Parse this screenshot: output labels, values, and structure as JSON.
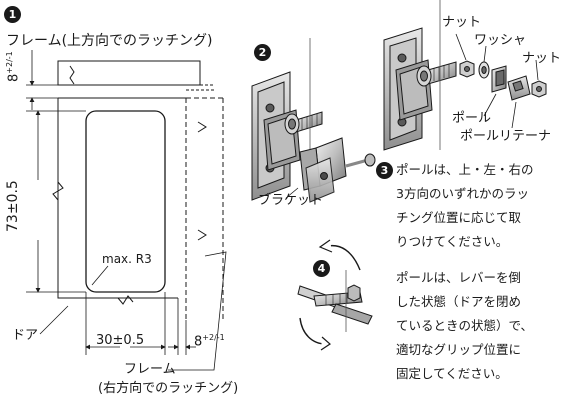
{
  "step_markers": [
    "1",
    "2",
    "3",
    "4"
  ],
  "labels": {
    "frame_top": "フレーム(上方向でのラッチング)",
    "frame_right_1": "フレーム",
    "frame_right_2": "(右方向でのラッチング)",
    "door": "ドア",
    "max_r": "max. R3",
    "bracket": "ブラケット",
    "nut_1": "ナット",
    "washer": "ワッシャ",
    "nut_2": "ナット",
    "pole": "ポール",
    "pole_retainer": "ポールリテーナ"
  },
  "dimensions": {
    "top_gap_main": "8",
    "top_gap_tol": "+2/-1",
    "height": "73±0.5",
    "width": "30±0.5",
    "right_gap_main": "8",
    "right_gap_tol": "+2/-1"
  },
  "text_blocks": {
    "step3": [
      "ポールは、上・左・右の",
      "3方向のいずれかのラッ",
      "チング位置に応じて取",
      "りつけてください。"
    ],
    "step4": [
      "ポールは、レバーを倒",
      "した状態（ドアを閉め",
      "ているときの状態）で、",
      "適切なグリップ位置に",
      "固定してください。"
    ]
  },
  "colors": {
    "line": "#1a1a1a",
    "metal_light": "#d9d9d9",
    "metal_mid": "#a6a6a6",
    "metal_dark": "#6b6b6b",
    "accent_dark": "#3a3a3a"
  }
}
